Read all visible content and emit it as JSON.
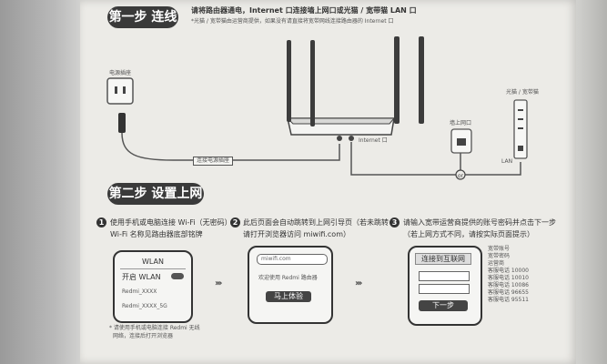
{
  "step1": {
    "title": "第一步 连线",
    "line1": "请将路由器通电，Internet 口连接墙上网口或光猫 / 宽带猫 LAN 口",
    "line2": "*光猫 / 宽带猫由运营商提供，如果没有请直接将宽带网线连接路由器的 Internet 口",
    "power_label": "电源插座",
    "wall_label": "墙上网口",
    "modem_label": "光猫 / 宽带猫",
    "power_cable_label": "连接电源插座",
    "internet_port_label": "Internet 口",
    "lan_label": "LAN"
  },
  "step2": {
    "title": "第二步 设置上网",
    "s1_num": "1",
    "s1_line1": "使用手机或电脑连接 Wi-Fi（无密码）",
    "s1_line2": "Wi-Fi 名称见路由器底部铭牌",
    "s2_num": "2",
    "s2_line1": "此后页面会自动跳转到上网引导页（若未跳转",
    "s2_line2": "请打开浏览器访问 miwifi.com）",
    "s3_num": "3",
    "s3_line1": "请输入宽带运营商提供的账号密码并点击下一步",
    "s3_line2": "（若上网方式不同，请按实际页面提示）"
  },
  "card1": {
    "header": "WLAN",
    "toggle_label": "开启 WLAN",
    "net1": "Redmi_XXXX",
    "net2": "Redmi_XXXX_5G",
    "note1": "* 请使用手机或电脑连接 Redmi 无线",
    "note2": "网络，连接后打开浏览器"
  },
  "card2": {
    "url": "miwifi.com",
    "welcome": "欢迎使用 Redmi 路由器",
    "button": "马上体验"
  },
  "card3": {
    "header": "连接到互联网",
    "button": "下一步"
  },
  "side_table": [
    "宽带账号",
    "宽带密码",
    "运营商",
    "客服电话 10000",
    "客服电话 10010",
    "客服电话 10086",
    "客服电话 96655",
    "客服电话 95511"
  ],
  "arrow_glyph": "›››"
}
